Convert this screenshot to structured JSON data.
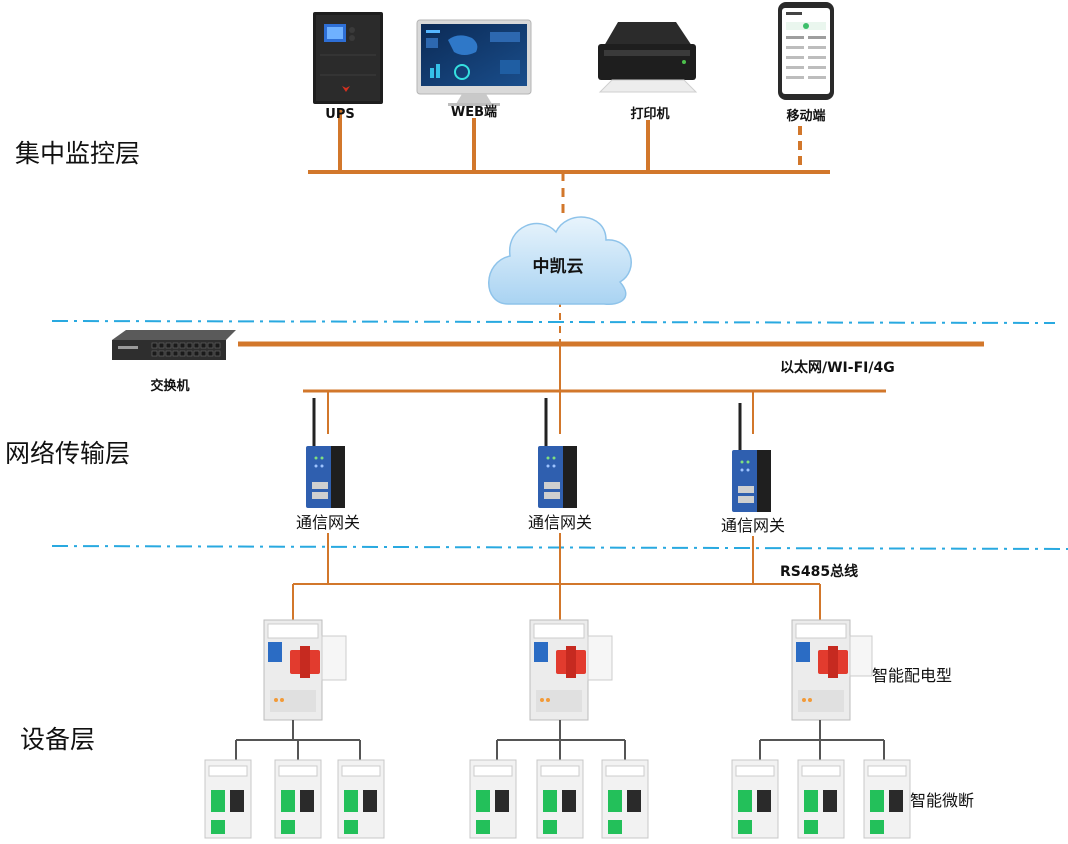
{
  "layers": {
    "monitoring": "集中监控层",
    "network": "网络传输层",
    "device": "设备层"
  },
  "monitoring_devices": {
    "ups": "UPS",
    "web": "WEB端",
    "printer": "打印机",
    "mobile": "移动端"
  },
  "cloud": {
    "label": "中凯云"
  },
  "switch": {
    "label": "交换机"
  },
  "buses": {
    "ethernet": "以太网/WI-FI/4G",
    "rs485": "RS485总线"
  },
  "gateways": [
    "通信网关",
    "通信网关",
    "通信网关"
  ],
  "device_labels": {
    "distributor": "智能配电型",
    "breaker": "智能微断"
  },
  "colors": {
    "line": "#D2772B",
    "divider": "#29A9E0",
    "gateway_body": "#2F5FAF",
    "cloud_fill": "#BFE0F7"
  }
}
